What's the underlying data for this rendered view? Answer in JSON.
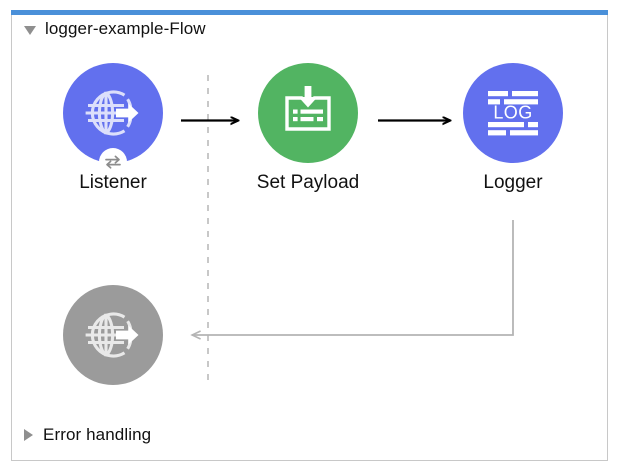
{
  "window": {
    "accent_color": "#4a90d9",
    "border_color": "#c8c8c8",
    "background": "#ffffff"
  },
  "flow": {
    "title": "logger-example-Flow",
    "expanded": true,
    "twisty_icon": "triangle-down-icon",
    "nodes": [
      {
        "id": "listener",
        "label": "Listener",
        "icon": "globe-arrow-icon",
        "color": "#6270ee",
        "badge_icon": "exchange-arrows-icon",
        "badge_color": "#8c8c8c",
        "muted": false
      },
      {
        "id": "set-payload",
        "label": "Set Payload",
        "icon": "document-download-icon",
        "color": "#52b462",
        "badge_icon": "",
        "muted": false
      },
      {
        "id": "logger",
        "label": "Logger",
        "icon": "log-lines-icon",
        "icon_text": "LOG",
        "color": "#6270ee",
        "badge_icon": "",
        "muted": false
      }
    ],
    "connectors": [
      {
        "id": "listener-to-set-payload",
        "style": "solid",
        "color": "#000000"
      },
      {
        "id": "set-payload-to-logger",
        "style": "solid",
        "color": "#000000"
      },
      {
        "id": "logger-to-error-handler",
        "style": "solid",
        "color": "#b4b4b4"
      },
      {
        "id": "source-boundary",
        "style": "dashed",
        "color": "#c8c8c8"
      }
    ]
  },
  "error_handler": {
    "id": "error-handler",
    "label": "",
    "icon": "globe-arrow-icon",
    "color": "#9b9b9b",
    "muted": true
  },
  "error_handling_section": {
    "title": "Error handling",
    "expanded": false,
    "twisty_icon": "triangle-right-icon"
  }
}
